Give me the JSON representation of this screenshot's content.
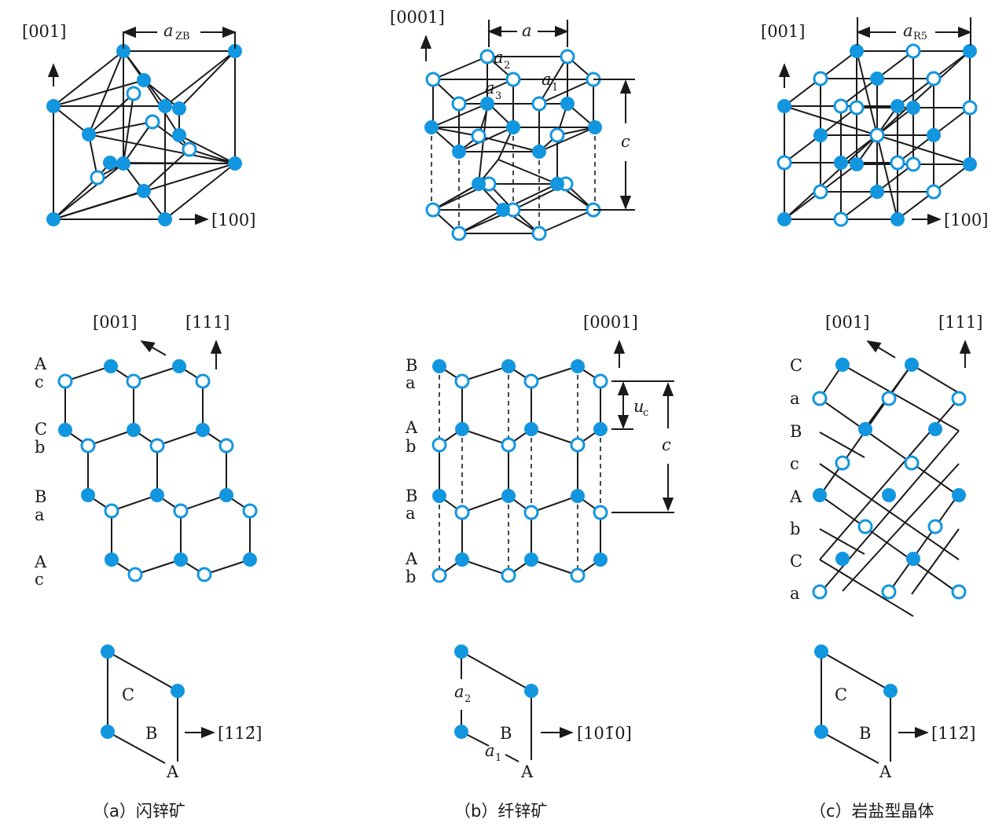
{
  "colors": {
    "atom_fill": "#1296e0",
    "line": "#1a1a1a",
    "background": "#ffffff"
  },
  "panel_a": {
    "caption": "（a）闪锌矿",
    "top": {
      "dir_up": "[001]",
      "dir_right": "[100]",
      "lattice_symbol": "a",
      "lattice_sub": "ZB"
    },
    "middle": {
      "dir_left": "[001]",
      "dir_right": "[111]",
      "stacking": [
        "A",
        "c",
        "C",
        "b",
        "B",
        "a",
        "A",
        "c"
      ]
    },
    "bottom": {
      "dir": "[112̄]",
      "sites": [
        "C",
        "B",
        "A"
      ]
    }
  },
  "panel_b": {
    "caption": "（b）纤锌矿",
    "top": {
      "dir_up": "[0001]",
      "lattice_a": "a",
      "lattice_c": "c",
      "a1": "a",
      "a1_sub": "1",
      "a2": "a",
      "a2_sub": "2",
      "a3": "a",
      "a3_sub": "3"
    },
    "middle": {
      "dir_up": "[0001]",
      "u_symbol": "u",
      "u_sub": "c",
      "c_symbol": "c",
      "stacking": [
        "B",
        "a",
        "A",
        "b",
        "B",
        "a",
        "A",
        "b"
      ]
    },
    "bottom": {
      "dir": "[101̄0]",
      "sites": [
        "B",
        "A"
      ],
      "a1": "a",
      "a1_sub": "1",
      "a2": "a",
      "a2_sub": "2"
    }
  },
  "panel_c": {
    "caption": "（c）岩盐型晶体",
    "top": {
      "dir_up": "[001]",
      "dir_right": "[100]",
      "lattice_symbol": "a",
      "lattice_sub": "R5"
    },
    "middle": {
      "dir_left": "[001]",
      "dir_right": "[111]",
      "stacking": [
        "C",
        "a",
        "B",
        "c",
        "A",
        "b",
        "C",
        "a"
      ]
    },
    "bottom": {
      "dir": "[112̄]",
      "sites": [
        "C",
        "B",
        "A"
      ]
    }
  }
}
